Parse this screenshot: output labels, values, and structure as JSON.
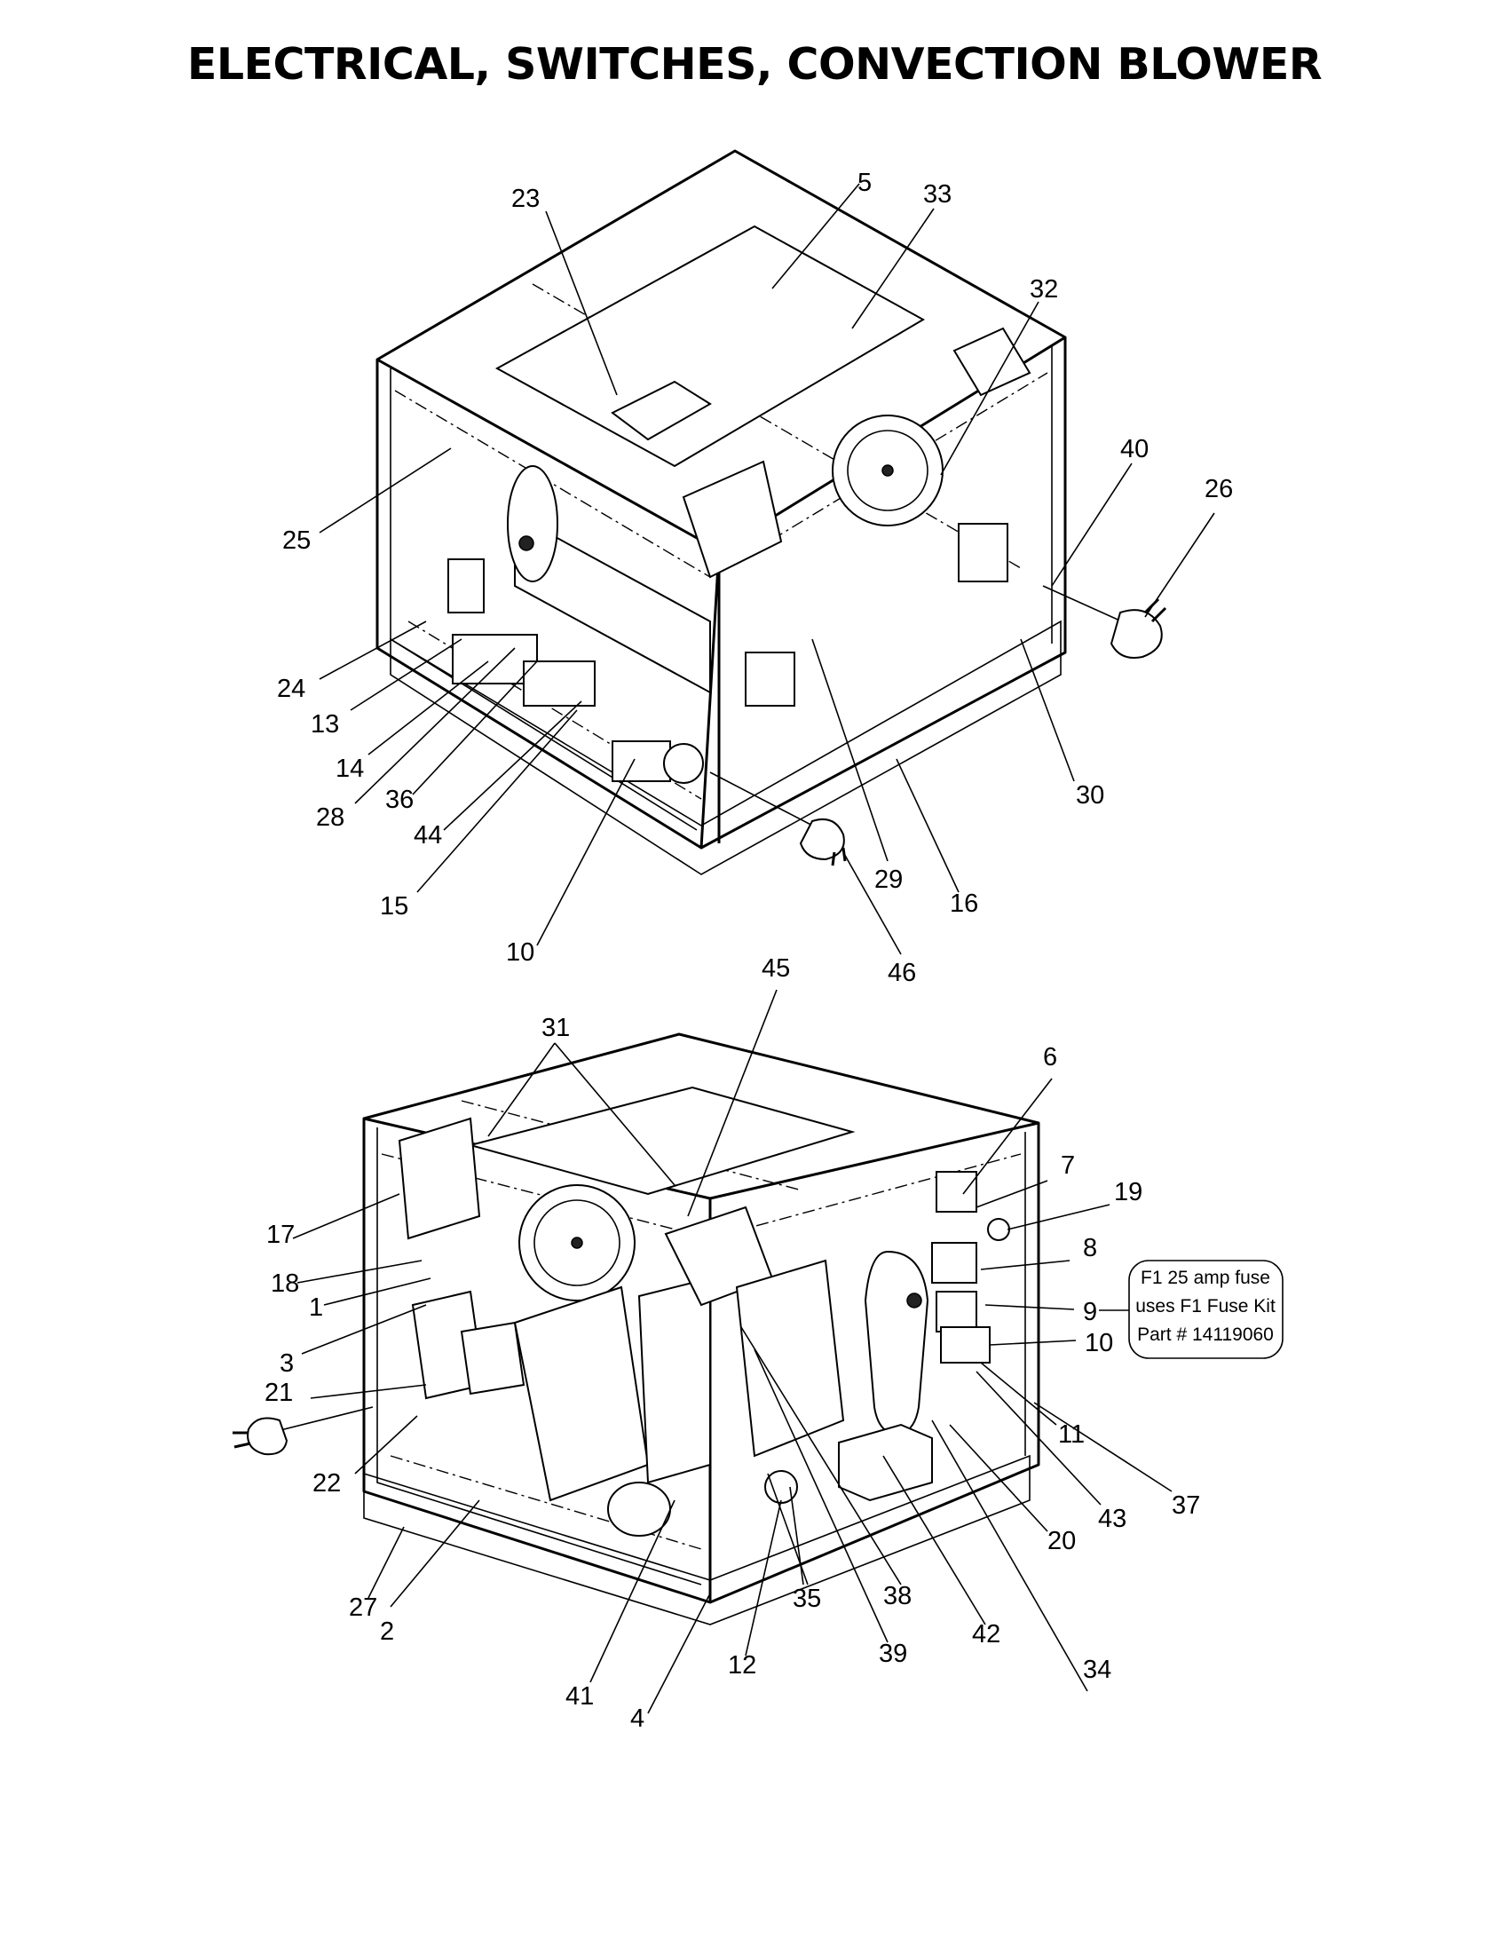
{
  "title": "ELECTRICAL, SWITCHES, CONVECTION BLOWER",
  "note": {
    "lines": [
      "F1 25 amp fuse",
      "uses F1 Fuse Kit",
      "Part # 14119060"
    ]
  },
  "callouts_top": [
    "23",
    "5",
    "33",
    "32",
    "40",
    "26",
    "25",
    "24",
    "13",
    "14",
    "36",
    "28",
    "44",
    "15",
    "10",
    "29",
    "16",
    "30",
    "46"
  ],
  "callouts_bottom": [
    "45",
    "31",
    "6",
    "7",
    "19",
    "17",
    "18",
    "1",
    "8",
    "9",
    "10",
    "3",
    "21",
    "11",
    "22",
    "37",
    "43",
    "20",
    "27",
    "2",
    "35",
    "38",
    "12",
    "39",
    "42",
    "41",
    "4",
    "34"
  ]
}
